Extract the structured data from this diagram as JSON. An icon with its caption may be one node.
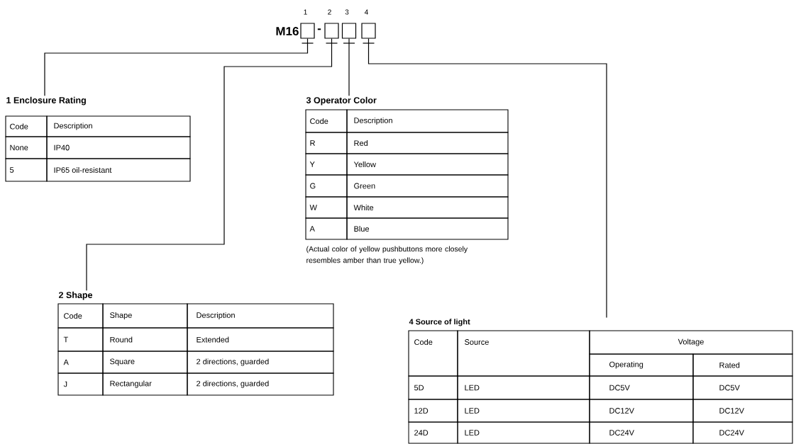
{
  "diagram": {
    "nodes": [
      {
        "text": [],
        "shape": "box",
        "beside": [
          "1"
        ]
      },
      {
        "text": [],
        "shape": "box",
        "beside": [
          "2"
        ]
      },
      {
        "text": [],
        "shape": "box",
        "beside": [
          "3"
        ]
      },
      {
        "text": [],
        "shape": "box",
        "beside": [
          "4"
        ]
      },
      {
        "text": [
          "1 Enclosure Rating",
          "Code",
          "Description",
          "None",
          "IP40",
          "5",
          "IP65 oil-resistant"
        ]
      },
      {
        "text": [
          "3 Operator Color",
          "Code",
          "Description",
          "R",
          "Red",
          "Y",
          "Yellow",
          "G",
          "Green",
          "W",
          "White",
          "A",
          "Blue"
        ],
        "beside": [
          "(Actual color of yellow pushbuttons more closely resembles amber than true yellow.)"
        ]
      },
      {
        "text": [
          "2 Shape",
          "Code",
          "Shape",
          "Description",
          "T",
          "Round",
          "Extended",
          "A",
          "Square",
          "2 directions, guarded",
          "J",
          "Rectangular",
          "2 directions, guarded"
        ]
      },
      {
        "text": [
          "4 Source of light",
          "Code",
          "Source",
          "Voltage",
          "Operating",
          "Rated",
          "5D",
          "LED",
          "DC5V",
          "DC5V",
          "12D",
          "LED",
          "DC12V",
          "DC12V",
          "24D",
          "LED",
          "DC24V",
          "DC24V"
        ]
      }
    ],
    "edges": [
      {
        "from": 0,
        "to": 4,
        "arrow": "none"
      },
      {
        "from": 1,
        "to": 6,
        "arrow": "none"
      },
      {
        "from": 2,
        "to": 5,
        "arrow": "none"
      },
      {
        "from": 3,
        "to": 7,
        "arrow": "none"
      }
    ],
    "labels": [
      "M16",
      "-"
    ]
  }
}
